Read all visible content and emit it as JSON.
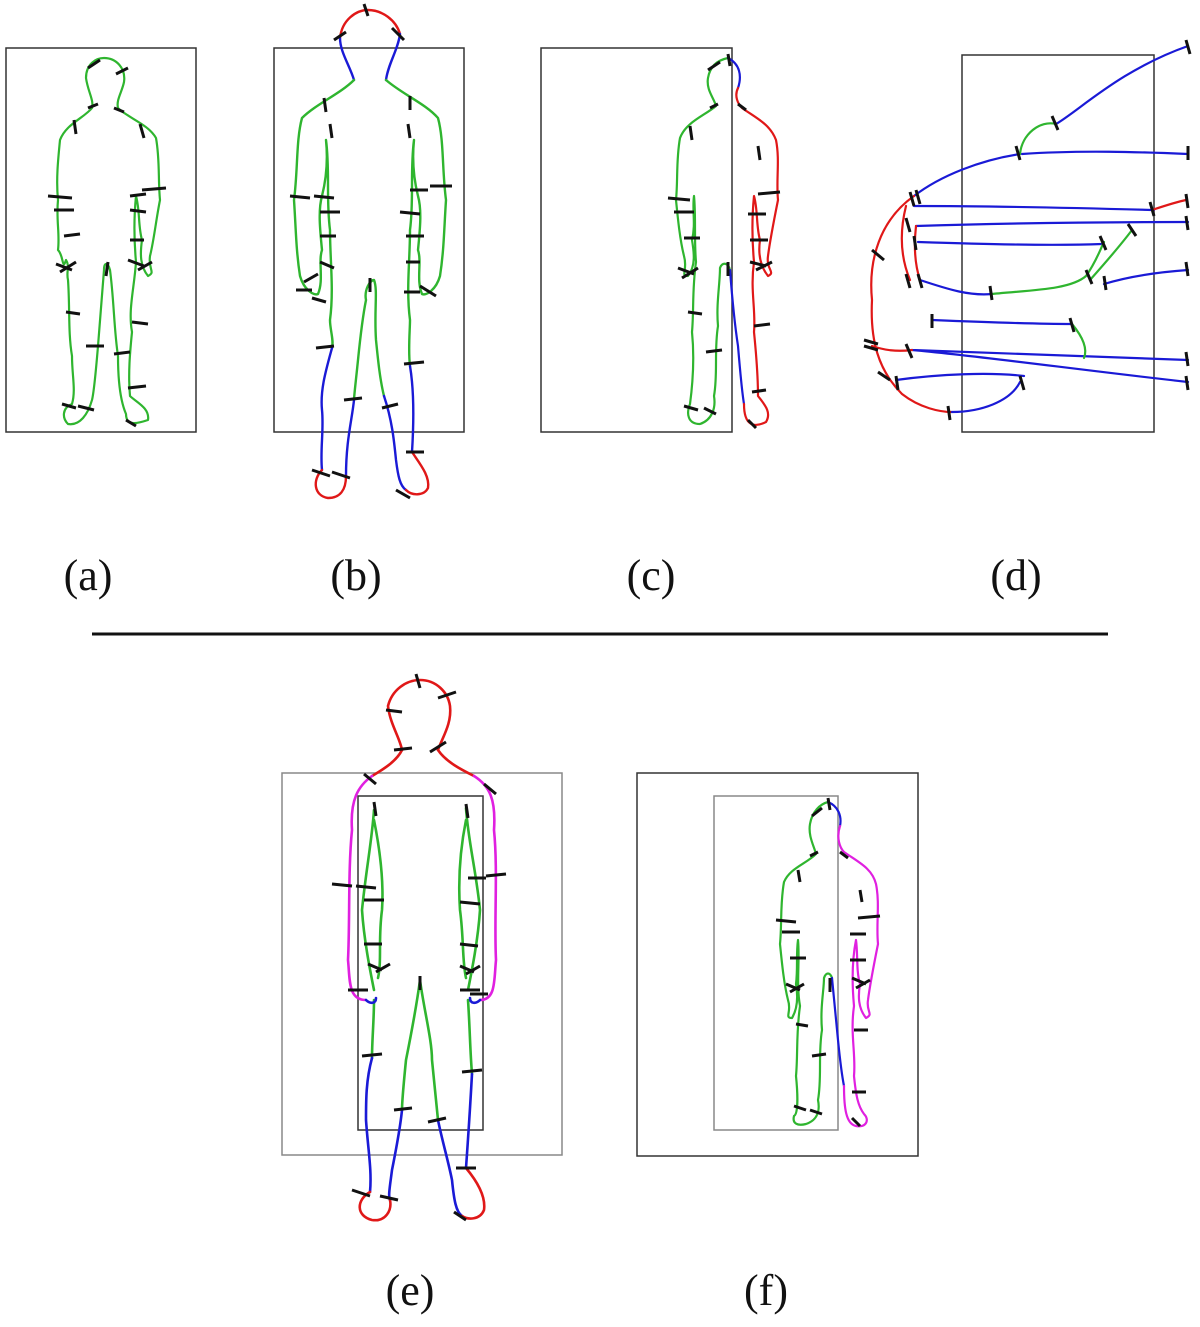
{
  "panels": [
    {
      "label": "(a)"
    },
    {
      "label": "(b)"
    },
    {
      "label": "(c)"
    },
    {
      "label": "(d)"
    },
    {
      "label": "(e)"
    },
    {
      "label": "(f)"
    }
  ],
  "colors": {
    "frame": "#333333",
    "frame_light": "#888888",
    "green": "#2fb52f",
    "blue": "#1a1ad6",
    "red": "#e01818",
    "magenta": "#e020e0",
    "tick": "#111111"
  }
}
